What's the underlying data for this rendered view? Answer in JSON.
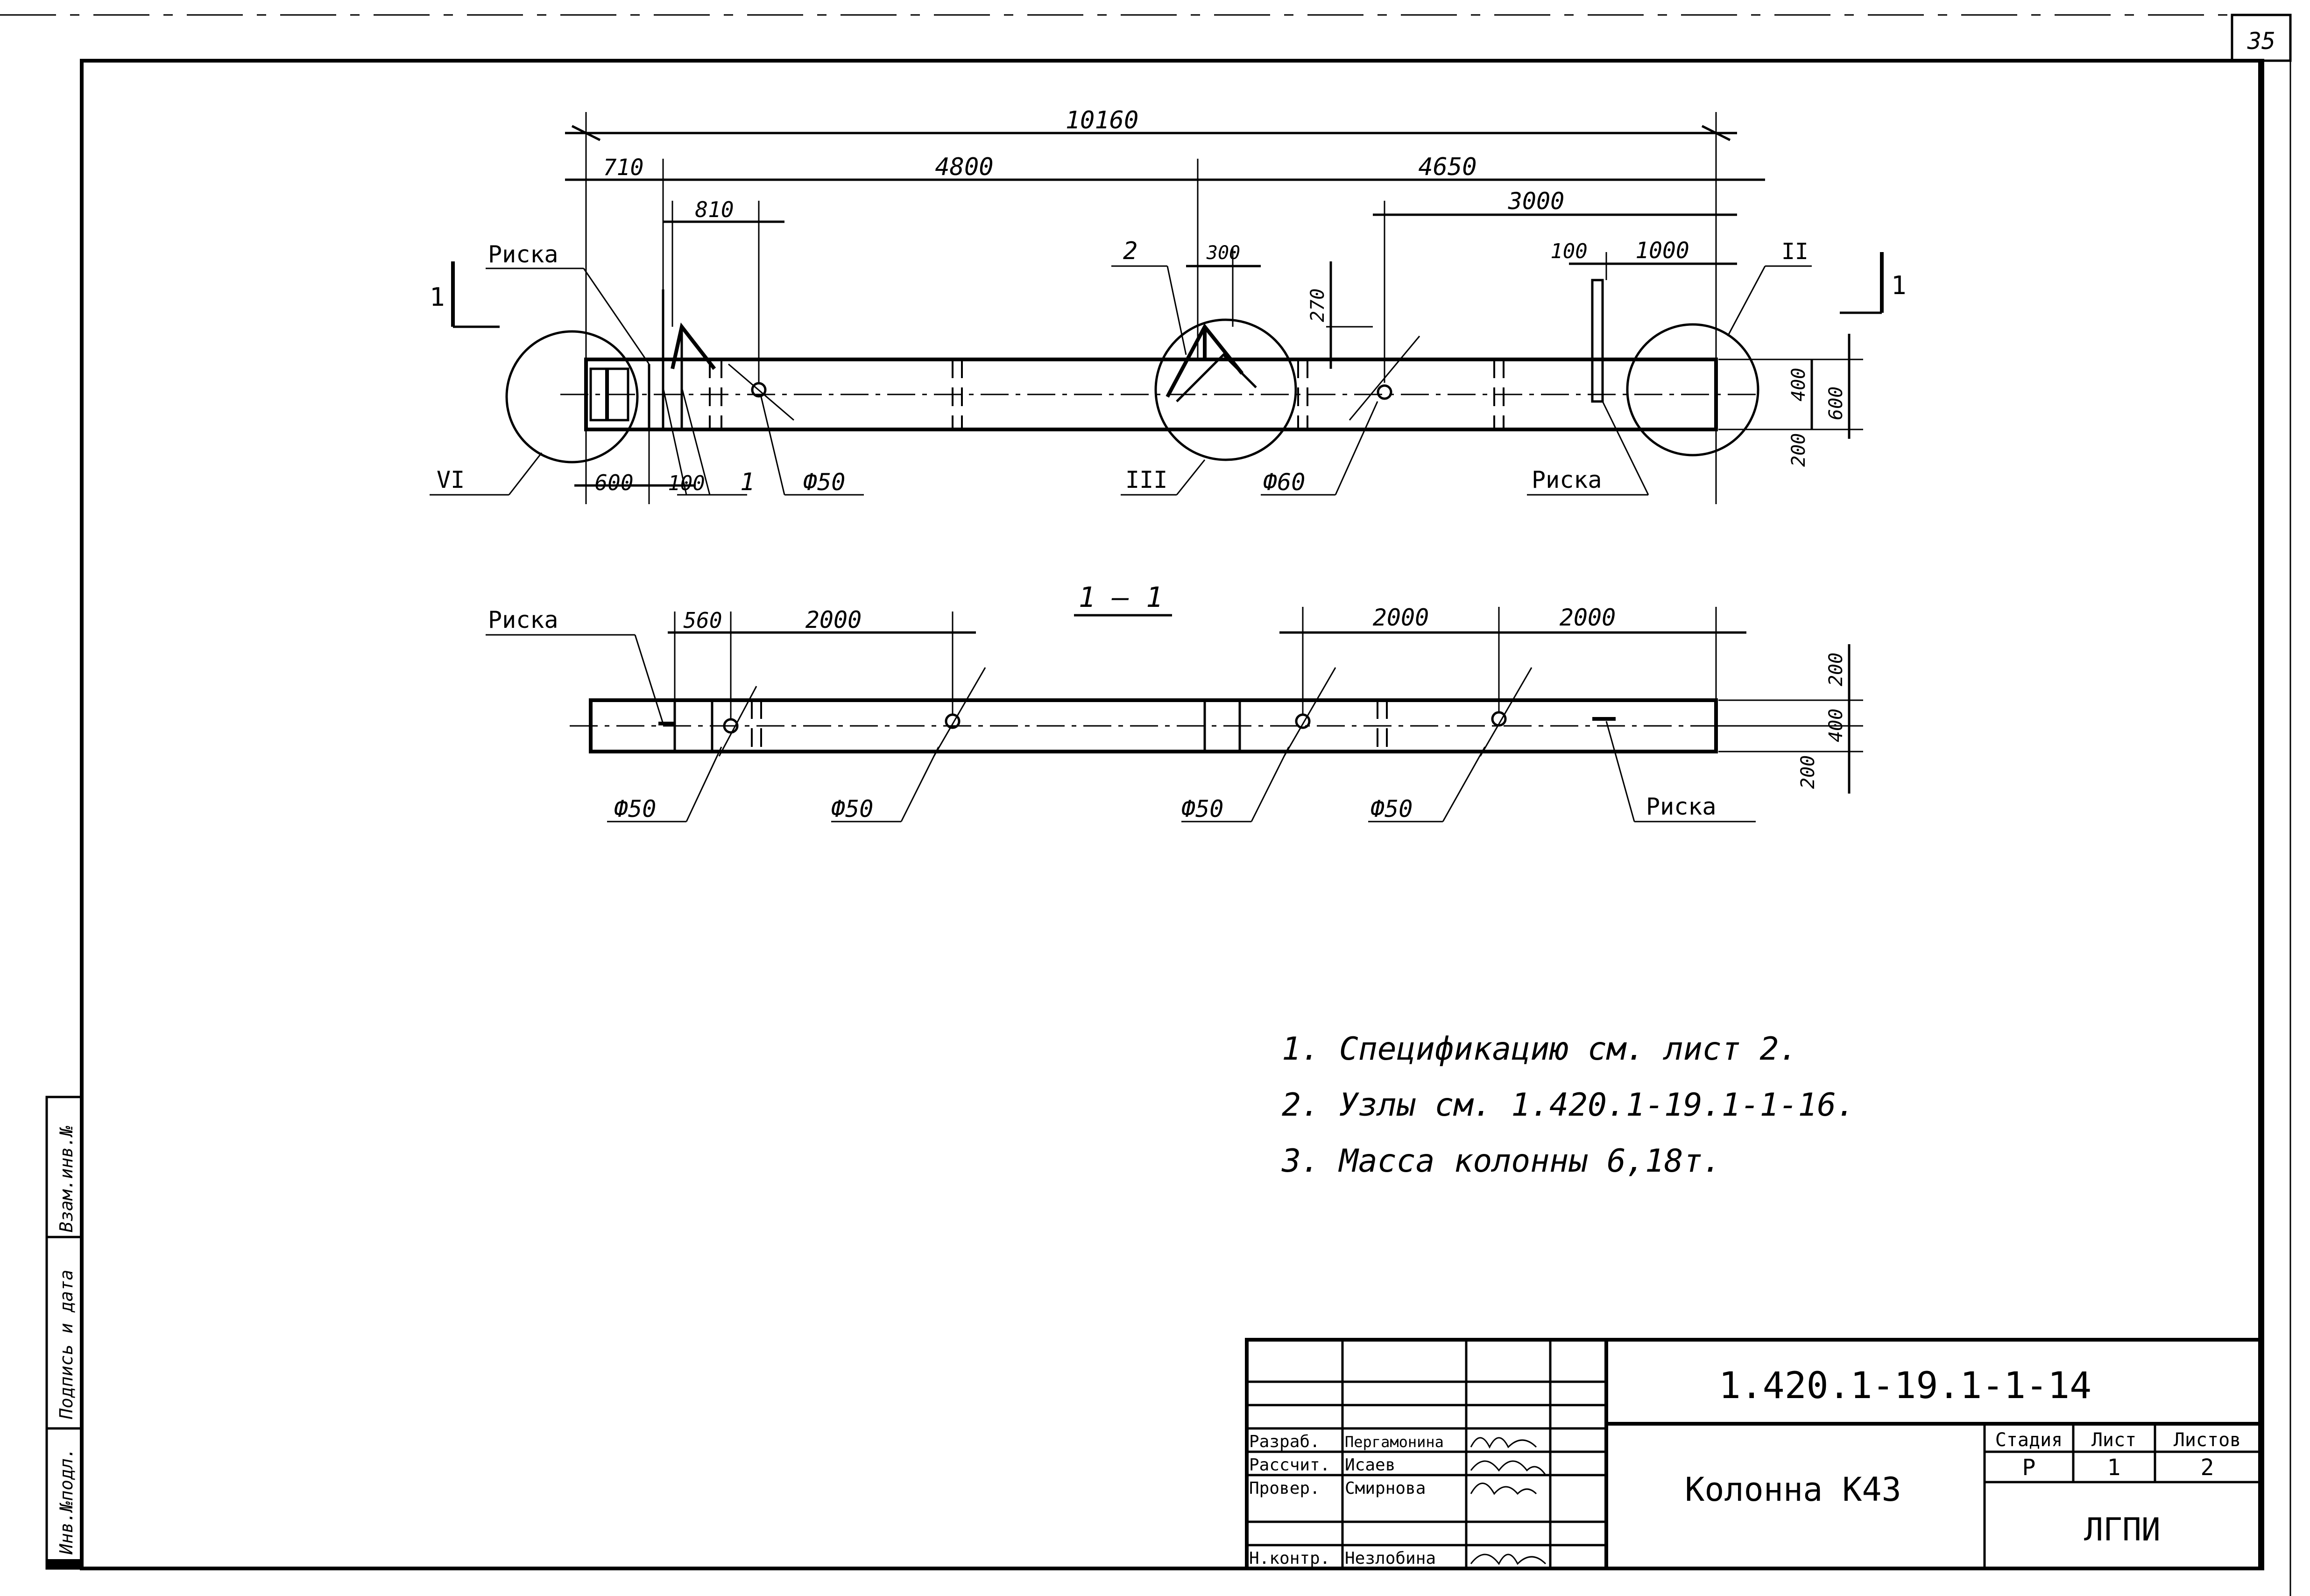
{
  "sheet": {
    "sheet_corner_number": "35",
    "side_stamp": [
      "Инв.№подл.",
      "Подпись и дата",
      "Взам.инв.№"
    ]
  },
  "elevation": {
    "total_length": "10160",
    "dims": [
      "710",
      "4800",
      "4650",
      "810",
      "300",
      "3000",
      "100",
      "1000",
      "270",
      "600",
      "100",
      "400",
      "600",
      "200"
    ],
    "labels": {
      "riska_left": "Риска",
      "riska_right": "Риска",
      "section_mark_left": "1",
      "section_mark_right": "1",
      "callout_2": "2",
      "callout_1": "1",
      "node_vi": "VI",
      "node_iii": "III",
      "node_ii": "II",
      "hole_left": "Ф50",
      "hole_mid": "Ф60"
    }
  },
  "section": {
    "title": "1 — 1",
    "dims": [
      "560",
      "2000",
      "2000",
      "2000",
      "200",
      "400",
      "200"
    ],
    "riska_left": "Риска",
    "riska_right": "Риска",
    "holes": [
      "Ф50",
      "Ф50",
      "Ф50",
      "Ф50"
    ]
  },
  "notes": [
    "1. Спецификацию см. лист 2.",
    "2. Узлы см. 1.420.1-19.1-1-16.",
    "3. Масса колонны 6,18т."
  ],
  "title_block": {
    "doc_code": "1.420.1-19.1-1-14",
    "title": "Колонна К43",
    "stage_header": "Стадия",
    "sheet_header": "Лист",
    "sheets_header": "Листов",
    "stage": "Р",
    "sheet": "1",
    "sheets": "2",
    "org": "ЛГПИ",
    "roles": [
      {
        "role": "Разраб.",
        "name": "Пергамонина"
      },
      {
        "role": "Рассчит.",
        "name": "Исаев"
      },
      {
        "role": "Провер.",
        "name": "Смирнова"
      },
      {
        "role": "Н.контр.",
        "name": "Незлобина"
      }
    ]
  }
}
